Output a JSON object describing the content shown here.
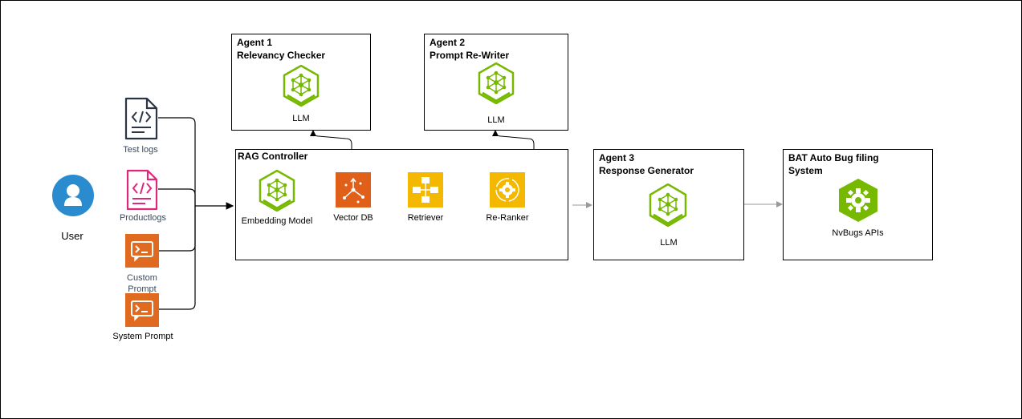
{
  "inputs": {
    "user_label": "User",
    "test_logs": "Test logs",
    "product_logs": "Productlogs",
    "custom_prompt_line1": "Custom",
    "custom_prompt_line2": "Prompt",
    "system_prompt": "System Prompt"
  },
  "agent1": {
    "title_line1": "Agent 1",
    "title_line2": "Relevancy Checker",
    "model": "LLM"
  },
  "agent2": {
    "title_line1": "Agent 2",
    "title_line2": "Prompt Re-Writer",
    "model": "LLM"
  },
  "rag": {
    "title": "RAG Controller",
    "embedding": "Embedding Model",
    "vector_db": "Vector DB",
    "retriever": "Retriever",
    "reranker": "Re-Ranker"
  },
  "agent3": {
    "title_line1": "Agent 3",
    "title_line2": "Response Generator",
    "model": "LLM"
  },
  "bat": {
    "title_line1": "BAT Auto Bug filing",
    "title_line2": "System",
    "api": "NvBugs APIs"
  },
  "colors": {
    "nvidia_green": "#76b900",
    "vector_orange": "#e0601a",
    "retriever_yellow": "#f5b800",
    "prompt_orange": "#e06a1f",
    "user_blue": "#2a8ccf",
    "product_pink": "#e0287a",
    "doc_dark": "#2b3645"
  },
  "icons": {
    "user": "user-icon",
    "test_logs": "code-document-icon",
    "product_logs": "code-document-icon",
    "prompt": "terminal-prompt-icon",
    "llm": "llm-hexagon-icon",
    "vector_db": "vector-db-icon",
    "retriever": "retriever-icon",
    "reranker": "reranker-gear-icon",
    "api": "api-gear-icon"
  }
}
